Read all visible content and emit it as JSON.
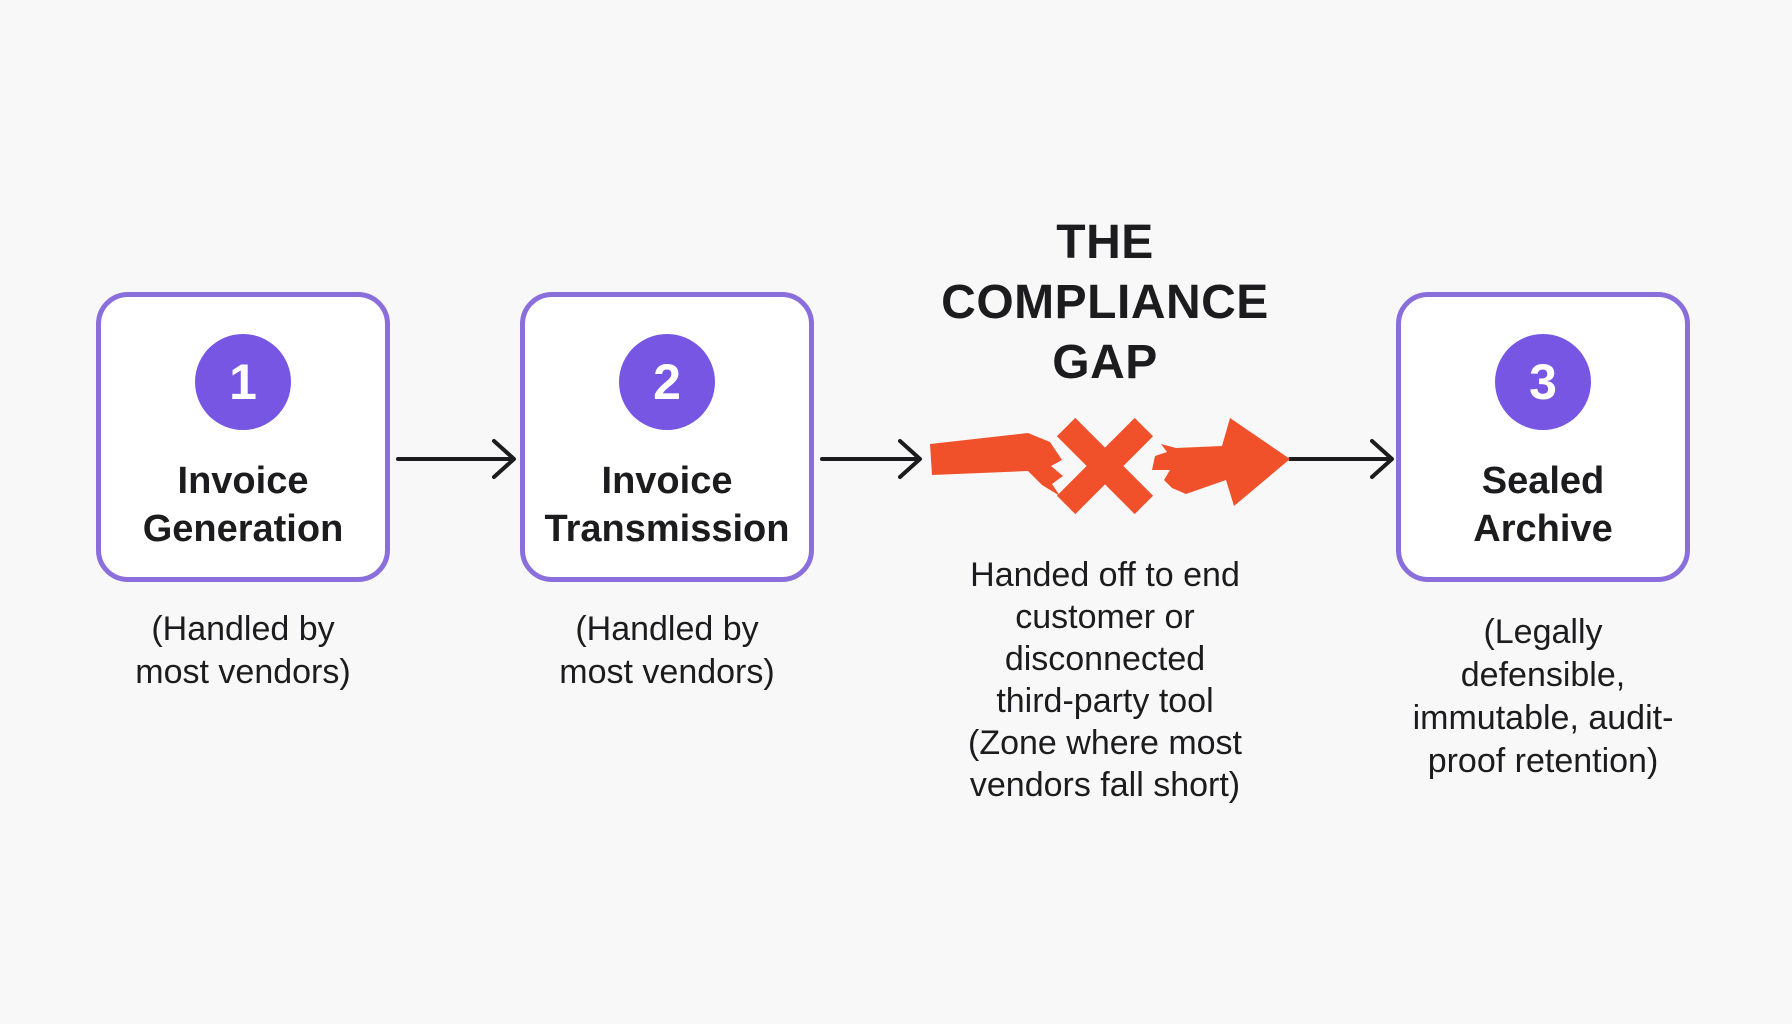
{
  "steps": [
    {
      "number": "1",
      "title": "Invoice\nGeneration",
      "caption": "(Handled by\nmost vendors)"
    },
    {
      "number": "2",
      "title": "Invoice\nTransmission",
      "caption": "(Handled by\nmost vendors)"
    },
    {
      "number": "3",
      "title": "Sealed\nArchive",
      "caption": "(Legally\ndefensible,\nimmutable, audit-\nproof retention)"
    }
  ],
  "gap": {
    "heading": "THE\nCOMPLIANCE\nGAP",
    "caption": "Handed off to end\ncustomer or\ndisconnected\nthird-party tool\n(Zone where most\nvendors fall short)"
  },
  "colors": {
    "background": "#f8f8f8",
    "box_border": "#8a6fdc",
    "badge_fill": "#7656e2",
    "connector": "#1c1c1e",
    "broken_path": "#f0502a"
  },
  "icons": {
    "broken_arrow": "broken-arrow-icon",
    "gap_cross": "x-cross-icon"
  }
}
